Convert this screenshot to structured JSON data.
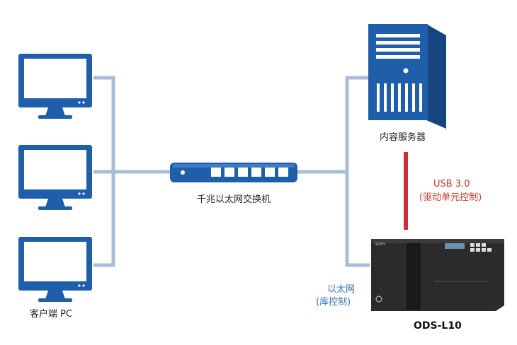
{
  "labels": {
    "clients": "客户端 PC",
    "switch": "千兆以太网交换机",
    "server": "内容服务器",
    "usb_line1": "USB 3.0",
    "usb_line2": "(驱动单元控制)",
    "eth_line1": "以太网",
    "eth_line2": "(库控制)",
    "device": "ODS-L10",
    "device_brand": "SONY"
  },
  "colors": {
    "icon_blue": "#1f5ea8",
    "icon_dark": "#16447f",
    "link_blue": "#a9bcd9",
    "usb_red": "#cf2c33",
    "device_body": "#2b2b2b",
    "label_blue": "#3a6fb0",
    "label_red": "#c0392b"
  }
}
